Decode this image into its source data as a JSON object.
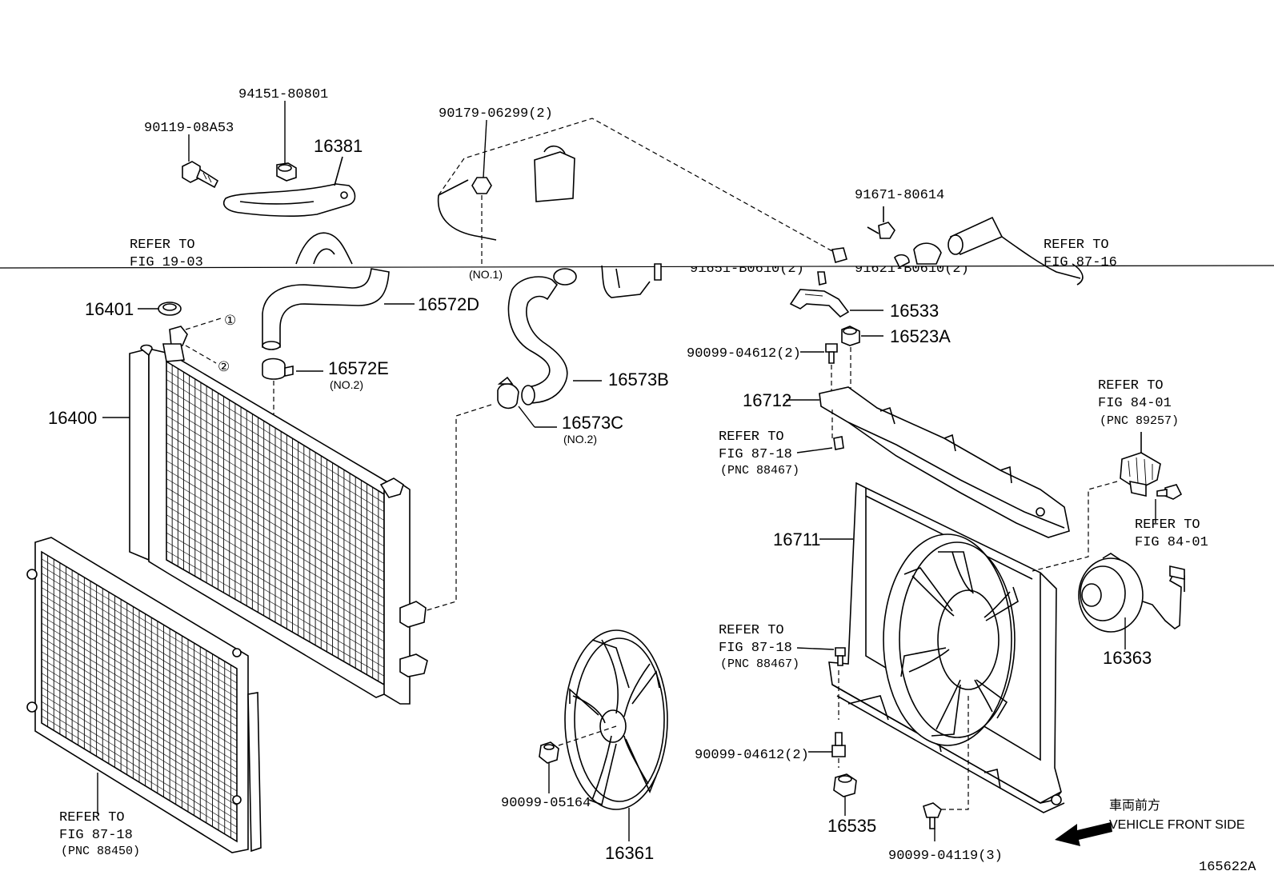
{
  "labels": {
    "l94151": "94151-80801",
    "l90119": "90119-08A53",
    "l16381": "16381",
    "l90179": "90179-06299(2)",
    "l91671": "91671-80614",
    "refer19": "REFER TO",
    "fig19": "FIG 19-03",
    "refer8716": "REFER TO",
    "fig8716": "FIG 87-16",
    "no1": "(NO.1)",
    "l91651": "91651-B0610(2)",
    "l91621": "91621-B0610(2)",
    "l16401": "16401",
    "l16572D": "16572D",
    "l16533": "16533",
    "l90099a": "90099-04612(2)",
    "l16523A": "16523A",
    "l16572E": "16572E",
    "no2a": "(NO.2)",
    "l16573B": "16573B",
    "l16400": "16400",
    "l16712": "16712",
    "refer8401a": "REFER TO",
    "fig8401a": "FIG 84-01",
    "pnc89257": "(PNC 89257)",
    "l16573C": "16573C",
    "no2b": "(NO.2)",
    "refer8718a": "REFER TO",
    "fig8718a": "FIG 87-18",
    "pnc88467a": "(PNC 88467)",
    "refer8401b": "REFER TO",
    "fig8401b": "FIG 84-01",
    "l16711": "16711",
    "refer8718b": "REFER TO",
    "fig8718b": "FIG 87-18",
    "pnc88467b": "(PNC 88467)",
    "l16363": "16363",
    "l90099b": "90099-04612(2)",
    "l90099c": "90099-05164",
    "refer8718c": "REFER TO",
    "fig8718c": "FIG 87-18",
    "pnc88450": "(PNC 88450)",
    "l16535": "16535",
    "l16361": "16361",
    "jp": "車両前方",
    "vfs": "VEHICLE FRONT SIDE",
    "l90099d": "90099-04119(3)",
    "code": "165622A",
    "c1": "①",
    "c2": "②"
  },
  "colors": {
    "ink": "#000000",
    "paper": "#ffffff"
  }
}
